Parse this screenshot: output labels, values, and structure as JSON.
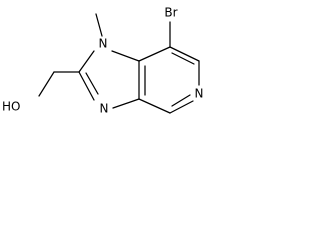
{
  "molecule": {
    "atoms": {
      "br": "Br",
      "n_methyl": "N",
      "n_pyridine": "N",
      "n_imidazole": "N",
      "hydroxyl": "HO"
    },
    "colors": {
      "ink": "#000000",
      "background": "#ffffff"
    }
  }
}
